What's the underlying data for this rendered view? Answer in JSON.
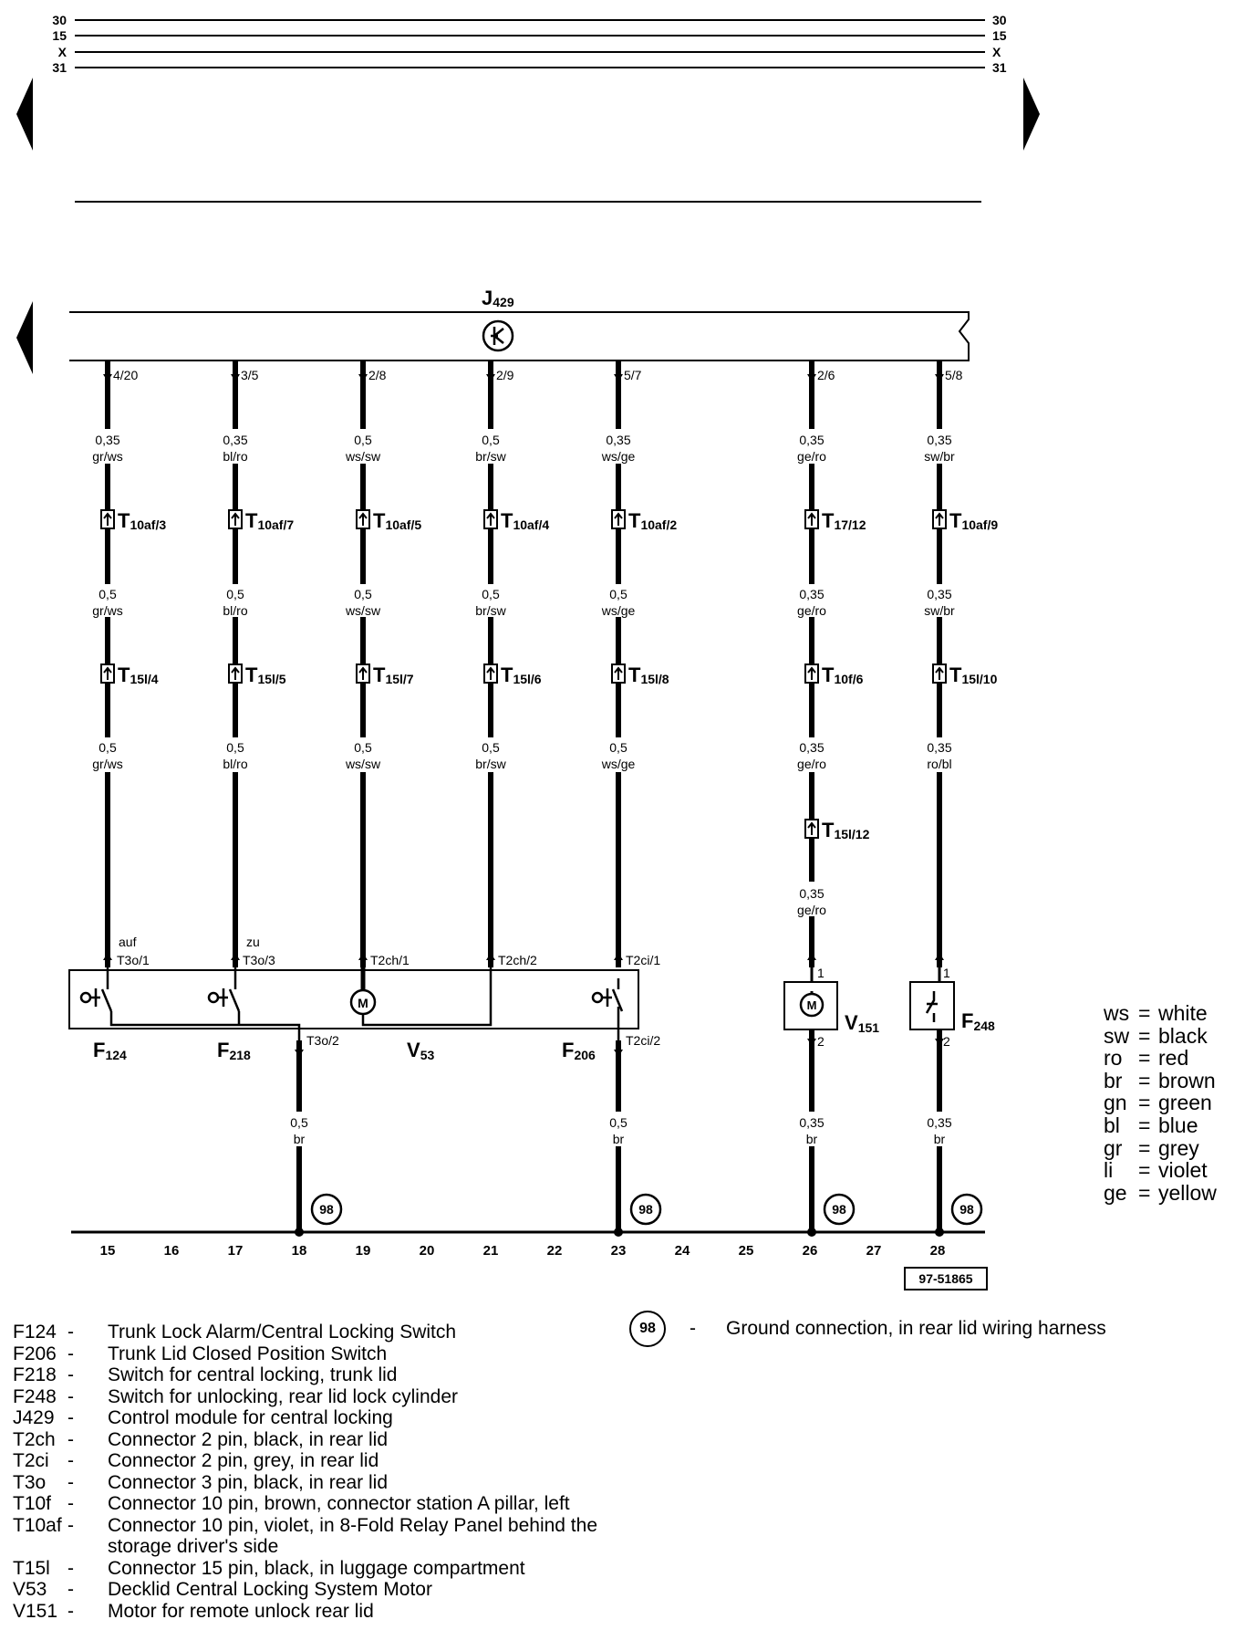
{
  "top_rails": [
    "30",
    "15",
    "X",
    "31"
  ],
  "control_module": {
    "letter": "J",
    "number": "429"
  },
  "circuits": [
    {
      "pin": "4/20",
      "w1": [
        "0,35",
        "gr/ws"
      ],
      "c1": [
        "T",
        "10af/3"
      ],
      "w2": [
        "0,5",
        "gr/ws"
      ],
      "c2": [
        "T",
        "15l/4"
      ],
      "w3": [
        "0,5",
        "gr/ws"
      ]
    },
    {
      "pin": "3/5",
      "w1": [
        "0,35",
        "bl/ro"
      ],
      "c1": [
        "T",
        "10af/7"
      ],
      "w2": [
        "0,5",
        "bl/ro"
      ],
      "c2": [
        "T",
        "15l/5"
      ],
      "w3": [
        "0,5",
        "bl/ro"
      ]
    },
    {
      "pin": "2/8",
      "w1": [
        "0,5",
        "ws/sw"
      ],
      "c1": [
        "T",
        "10af/5"
      ],
      "w2": [
        "0,5",
        "ws/sw"
      ],
      "c2": [
        "T",
        "15l/7"
      ],
      "w3": [
        "0,5",
        "ws/sw"
      ]
    },
    {
      "pin": "2/9",
      "w1": [
        "0,5",
        "br/sw"
      ],
      "c1": [
        "T",
        "10af/4"
      ],
      "w2": [
        "0,5",
        "br/sw"
      ],
      "c2": [
        "T",
        "15l/6"
      ],
      "w3": [
        "0,5",
        "br/sw"
      ]
    },
    {
      "pin": "5/7",
      "w1": [
        "0,35",
        "ws/ge"
      ],
      "c1": [
        "T",
        "10af/2"
      ],
      "w2": [
        "0,5",
        "ws/ge"
      ],
      "c2": [
        "T",
        "15l/8"
      ],
      "w3": [
        "0,5",
        "ws/ge"
      ]
    },
    {
      "pin": "2/6",
      "w1": [
        "0,35",
        "ge/ro"
      ],
      "c1": [
        "T",
        "17/12"
      ],
      "w2": [
        "0,35",
        "ge/ro"
      ],
      "c2": [
        "T",
        "10f/6"
      ],
      "w3": [
        "0,35",
        "ge/ro"
      ],
      "c3": [
        "T",
        "15l/12"
      ],
      "w4": [
        "0,35",
        "ge/ro"
      ]
    },
    {
      "pin": "5/8",
      "w1": [
        "0,35",
        "sw/br"
      ],
      "c1": [
        "T",
        "10af/9"
      ],
      "w2": [
        "0,35",
        "sw/br"
      ],
      "c2": [
        "T",
        "15l/10"
      ],
      "w3": [
        "0,35",
        "ro/bl"
      ]
    }
  ],
  "component_pins": {
    "auf": "auf",
    "zu": "zu",
    "t3o1": "T3o/1",
    "t3o3": "T3o/3",
    "t2ch1": "T2ch/1",
    "t2ch2": "T2ch/2",
    "t2ci1": "T2ci/1",
    "t3o2": "T3o/2",
    "t2ci2": "T2ci/2",
    "v151_1": "1",
    "v151_2": "2",
    "f248_1": "1",
    "f248_2": "2"
  },
  "components": {
    "f124": {
      "letter": "F",
      "number": "124"
    },
    "f218": {
      "letter": "F",
      "number": "218"
    },
    "v53": {
      "letter": "V",
      "number": "53"
    },
    "f206": {
      "letter": "F",
      "number": "206"
    },
    "v151": {
      "letter": "V",
      "number": "151"
    },
    "f248": {
      "letter": "F",
      "number": "248"
    },
    "motor_symbol": "M"
  },
  "ground_wires": [
    {
      "size": "0,5",
      "color": "br"
    },
    {
      "size": "0,5",
      "color": "br"
    },
    {
      "size": "0,35",
      "color": "br"
    },
    {
      "size": "0,35",
      "color": "br"
    }
  ],
  "ground_point": "98",
  "column_numbers": [
    "15",
    "16",
    "17",
    "18",
    "19",
    "20",
    "21",
    "22",
    "23",
    "24",
    "25",
    "26",
    "27",
    "28"
  ],
  "diagram_id": "97-51865",
  "color_legend": [
    {
      "code": "ws",
      "name": "white"
    },
    {
      "code": "sw",
      "name": "black"
    },
    {
      "code": "ro",
      "name": "red"
    },
    {
      "code": "br",
      "name": "brown"
    },
    {
      "code": "gn",
      "name": "green"
    },
    {
      "code": "bl",
      "name": "blue"
    },
    {
      "code": "gr",
      "name": "grey"
    },
    {
      "code": "li",
      "name": "violet"
    },
    {
      "code": "ge",
      "name": "yellow"
    }
  ],
  "ground_note": {
    "symbol": "98",
    "dash": "-",
    "text": "Ground connection, in rear lid wiring harness"
  },
  "legend": [
    {
      "code": "F124",
      "dash": "-",
      "desc": "Trunk Lock Alarm/Central Locking Switch"
    },
    {
      "code": "F206",
      "dash": "-",
      "desc": "Trunk Lid Closed Position Switch"
    },
    {
      "code": "F218",
      "dash": "-",
      "desc": "Switch for central locking, trunk lid"
    },
    {
      "code": "F248",
      "dash": "-",
      "desc": "Switch for unlocking, rear lid lock cylinder"
    },
    {
      "code": "J429",
      "dash": "-",
      "desc": "Control module for central locking"
    },
    {
      "code": "T2ch",
      "dash": "-",
      "desc": "Connector 2 pin, black, in rear lid"
    },
    {
      "code": "T2ci",
      "dash": "-",
      "desc": "Connector 2 pin, grey, in rear lid"
    },
    {
      "code": "T3o",
      "dash": "-",
      "desc": "Connector 3 pin, black, in rear lid"
    },
    {
      "code": "T10f",
      "dash": "-",
      "desc": "Connector 10 pin, brown, connector station A pillar, left"
    },
    {
      "code": "T10af",
      "dash": "-",
      "desc": "Connector 10 pin, violet, in 8-Fold Relay Panel behind the",
      "desc2": "storage driver's side"
    },
    {
      "code": "T15l",
      "dash": "-",
      "desc": "Connector 15 pin, black, in luggage compartment"
    },
    {
      "code": "V53",
      "dash": "-",
      "desc": "Decklid Central Locking System Motor"
    },
    {
      "code": "V151",
      "dash": "-",
      "desc": "Motor for remote unlock rear lid"
    }
  ]
}
